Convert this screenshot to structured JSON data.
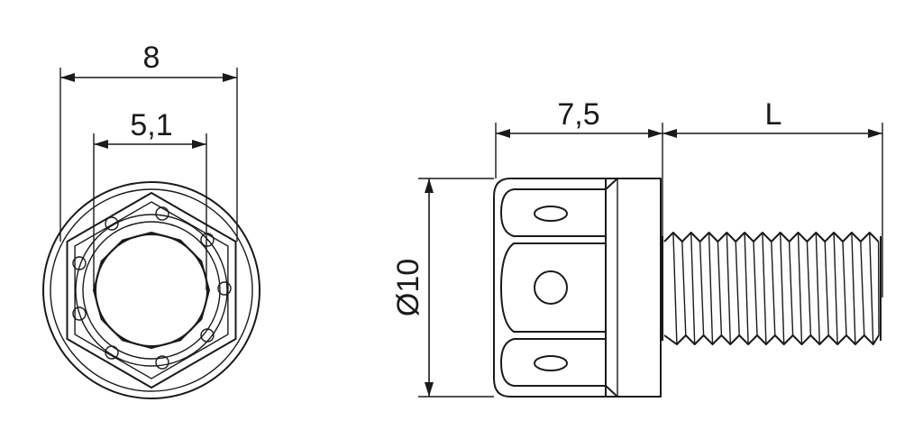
{
  "front_view": {
    "outer_width_label": "8",
    "inner_width_label": "5,1"
  },
  "side_view": {
    "head_length_label": "7,5",
    "thread_length_label": "L",
    "diameter_label": "Ø10"
  }
}
